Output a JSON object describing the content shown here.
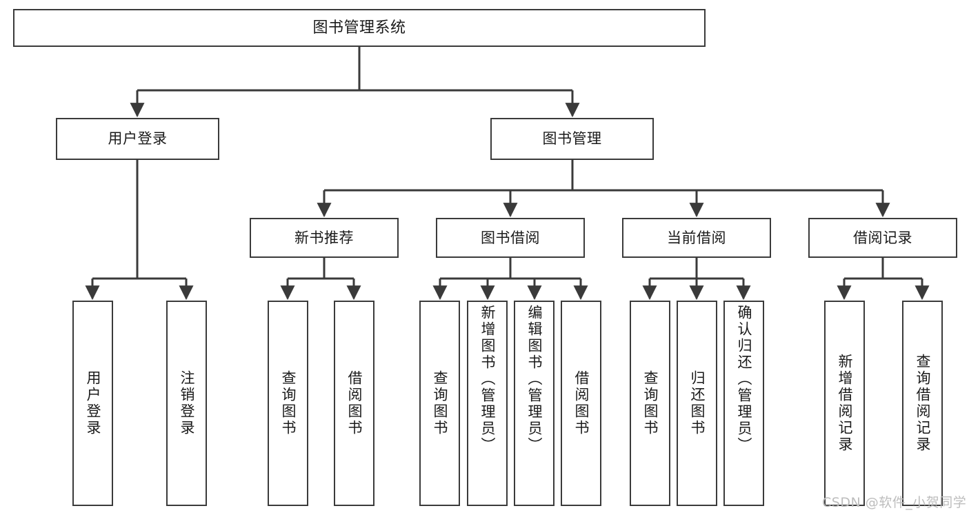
{
  "diagram": {
    "type": "tree-hierarchy",
    "title": "图书管理系统",
    "watermark": "CSDN @软件_小贺同学",
    "colors": {
      "box_border": "#3a3a3a",
      "box_fill": "#ffffff",
      "edge": "#3a3a3a",
      "text": "#1a1a1a",
      "watermark": "#bdbdbd",
      "background": "#ffffff"
    },
    "levels": {
      "root": [
        "图书管理系统"
      ],
      "level2": [
        "用户登录",
        "图书管理"
      ],
      "level3": [
        "新书推荐",
        "图书借阅",
        "当前借阅",
        "借阅记录"
      ],
      "leaves": [
        "用户登录",
        "注销登录",
        "查询图书",
        "借阅图书",
        "查询图书",
        "新增图书（管理员）",
        "编辑图书（管理员）",
        "借阅图书",
        "查询图书",
        "归还图书",
        "确认归还（管理员）",
        "新增借阅记录",
        "查询借阅记录"
      ]
    },
    "nodes": {
      "root": {
        "label": "图书管理系统"
      },
      "user_login": {
        "label": "用户登录"
      },
      "book_mgmt": {
        "label": "图书管理"
      },
      "new_book_rec": {
        "label": "新书推荐"
      },
      "book_borrow": {
        "label": "图书借阅"
      },
      "current_borrow": {
        "label": "当前借阅"
      },
      "borrow_record": {
        "label": "借阅记录"
      },
      "leaf_user_login": {
        "label": "用户登录"
      },
      "leaf_user_logout": {
        "label": "注销登录"
      },
      "leaf_query_book_a": {
        "label": "查询图书"
      },
      "leaf_borrow_book_a": {
        "label": "借阅图书"
      },
      "leaf_query_book_b": {
        "label": "查询图书"
      },
      "leaf_add_book": {
        "label": "新增图书（管理员）"
      },
      "leaf_edit_book": {
        "label": "编辑图书（管理员）"
      },
      "leaf_borrow_book_b": {
        "label": "借阅图书"
      },
      "leaf_query_book_c": {
        "label": "查询图书"
      },
      "leaf_return_book": {
        "label": "归还图书"
      },
      "leaf_confirm_return": {
        "label": "确认归还（管理员）"
      },
      "leaf_add_record": {
        "label": "新增借阅记录"
      },
      "leaf_query_record": {
        "label": "查询借阅记录"
      }
    },
    "edges": [
      {
        "from": "root",
        "to": "user_login"
      },
      {
        "from": "root",
        "to": "book_mgmt"
      },
      {
        "from": "user_login",
        "to": "leaf_user_login"
      },
      {
        "from": "user_login",
        "to": "leaf_user_logout"
      },
      {
        "from": "book_mgmt",
        "to": "new_book_rec"
      },
      {
        "from": "book_mgmt",
        "to": "book_borrow"
      },
      {
        "from": "book_mgmt",
        "to": "current_borrow"
      },
      {
        "from": "book_mgmt",
        "to": "borrow_record"
      },
      {
        "from": "new_book_rec",
        "to": "leaf_query_book_a"
      },
      {
        "from": "new_book_rec",
        "to": "leaf_borrow_book_a"
      },
      {
        "from": "book_borrow",
        "to": "leaf_query_book_b"
      },
      {
        "from": "book_borrow",
        "to": "leaf_add_book"
      },
      {
        "from": "book_borrow",
        "to": "leaf_edit_book"
      },
      {
        "from": "book_borrow",
        "to": "leaf_borrow_book_b"
      },
      {
        "from": "current_borrow",
        "to": "leaf_query_book_c"
      },
      {
        "from": "current_borrow",
        "to": "leaf_return_book"
      },
      {
        "from": "current_borrow",
        "to": "leaf_confirm_return"
      },
      {
        "from": "borrow_record",
        "to": "leaf_add_record"
      },
      {
        "from": "borrow_record",
        "to": "leaf_query_record"
      }
    ]
  }
}
